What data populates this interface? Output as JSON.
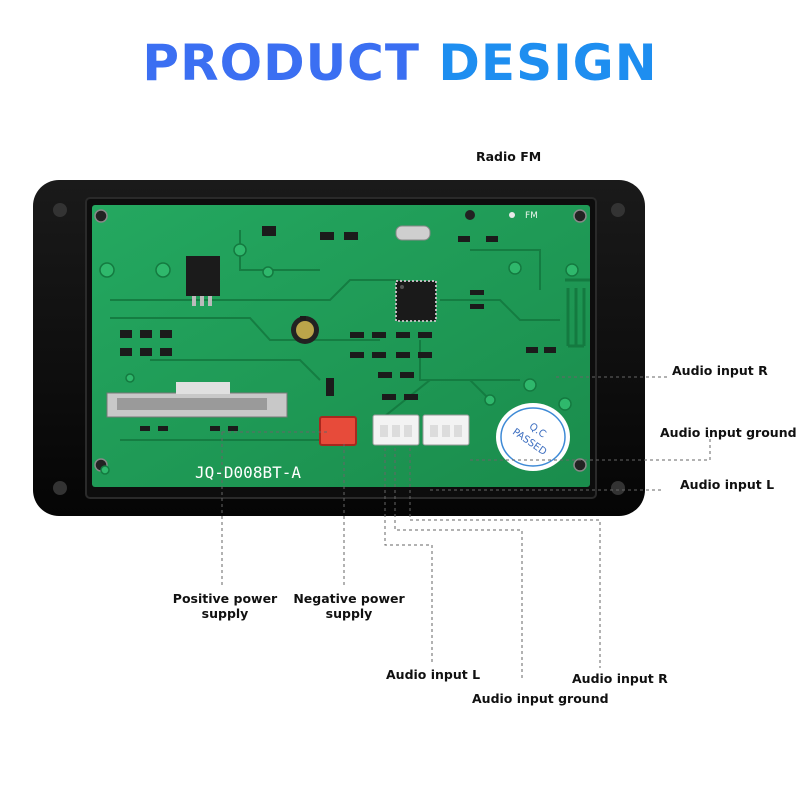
{
  "title": {
    "word1": "PRODUCT",
    "word2": "DESIGN"
  },
  "board": {
    "model": "JQ-D008BT-A",
    "qc_stamp": {
      "line1": "Q.C",
      "line2": "PASSED"
    },
    "antenna_label": "FM",
    "pcb_color": "#1e9a55",
    "case_color": "#0b0b0b"
  },
  "labels": {
    "radio_fm": "Radio FM",
    "audio_input_r_right": "Audio input R",
    "audio_input_ground_right": "Audio input ground",
    "audio_input_l_right": "Audio input L",
    "positive_power_line1": "Positive power",
    "positive_power_line2": "supply",
    "negative_power_line1": "Negative power",
    "negative_power_line2": "supply",
    "audio_input_l_bottom": "Audio input L",
    "audio_input_ground_bottom": "Audio input ground",
    "audio_input_r_bottom": "Audio input R"
  }
}
